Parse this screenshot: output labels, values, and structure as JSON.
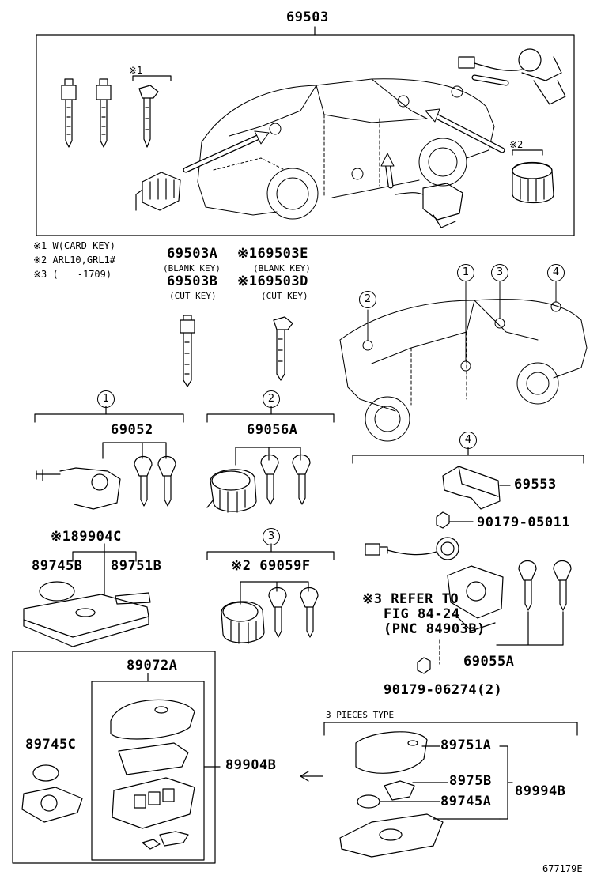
{
  "top_part": "69503",
  "kanji_marks": {
    "mark1": "※1",
    "mark2": "※2"
  },
  "notes": [
    {
      "mark": "※1",
      "text": "W(CARD KEY)"
    },
    {
      "mark": "※2",
      "text": "ARL10,GRL1#"
    },
    {
      "mark": "※3",
      "text": "(　　-1709)"
    }
  ],
  "blank_keys": {
    "a_part": "69503A",
    "a_sub": "(BLANK KEY)",
    "b_part": "69503B",
    "b_sub": "(CUT KEY)",
    "e_part": "※169503E",
    "e_sub": "(BLANK KEY)",
    "d_part": "※169503D",
    "d_sub": "(CUT KEY)"
  },
  "car_callouts": [
    "1",
    "2",
    "3",
    "4"
  ],
  "sets": {
    "s1": {
      "num": "1",
      "part": "69052"
    },
    "s2": {
      "num": "2",
      "part": "69056A"
    },
    "s3": {
      "num": "3",
      "part": "※2 69059F"
    },
    "s4": {
      "num": "4",
      "parts": [
        "69553",
        "90179-05011",
        "69055A",
        "90179-06274(2)"
      ],
      "refer": [
        "※3 REFER TO",
        "FIG 84-24",
        "(PNC 84903B)"
      ]
    }
  },
  "card_key": {
    "header": "※189904C",
    "left": "89745B",
    "right": "89751B"
  },
  "fob_box": {
    "title": "89072A",
    "battery": "89745C",
    "assembly": "89904B"
  },
  "three_pieces": {
    "label": "3 PIECES TYPE",
    "parts": [
      "89751A",
      "8975B",
      "89745A"
    ],
    "assembly": "89994B"
  },
  "figure_id": "677179E"
}
